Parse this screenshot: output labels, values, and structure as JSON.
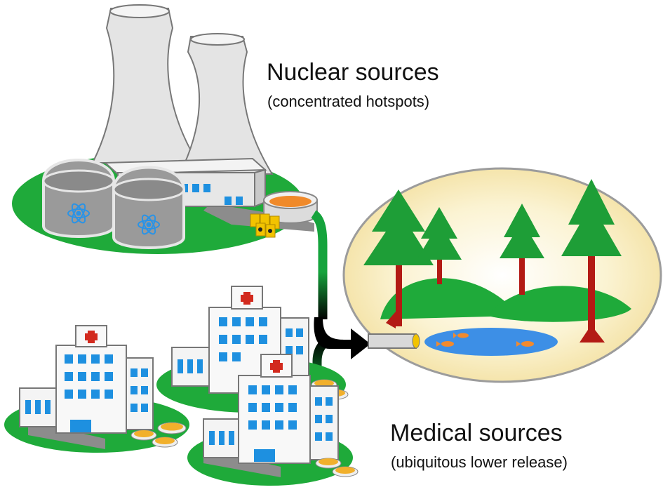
{
  "nuclear": {
    "title": "Nuclear sources",
    "subtitle": "(concentrated hotspots)"
  },
  "medical": {
    "title": "Medical sources",
    "subtitle": "(ubiquitous lower release)"
  },
  "colors": {
    "ground_green": "#1faa3a",
    "pipe_green": "#15a33c",
    "arrow_black": "#000000",
    "building_gray": "#e3e3e3",
    "dome_gray": "#9a9a9a",
    "window_blue": "#1e90e0",
    "cross_red": "#d22a1e",
    "pond_blue": "#3d8fe6",
    "sand": "#f7e9b3",
    "tree_green": "#1e9e37",
    "trunk_red": "#b31a14",
    "fish_orange": "#f28a2e",
    "barrel_yellow": "#f2c300",
    "dish_orange": "#f1b02c"
  },
  "icons": [
    "cooling-tower",
    "reactor-dome",
    "atom-symbol",
    "radioactive-barrel",
    "hospital-building",
    "red-cross",
    "petri-dish",
    "pine-tree",
    "fish",
    "drain-pipe",
    "flow-arrow"
  ]
}
